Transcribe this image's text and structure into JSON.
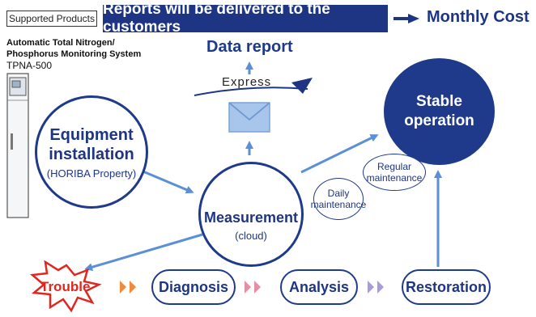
{
  "header": {
    "supported_label": "Supported Products",
    "banner_text": "Reports will be delivered to the customers",
    "monthly_cost": "Monthly Cost"
  },
  "product": {
    "line1": "Automatic Total Nitrogen/",
    "line2": "Phosphorus Monitoring System",
    "model": "TPNA-500"
  },
  "report": {
    "title": "Data report",
    "express_label": "Express"
  },
  "nodes": {
    "equipment_line1": "Equipment",
    "equipment_line2": "installation",
    "equipment_sub": "(HORIBA Property)",
    "measurement": "Measurement",
    "measurement_sub": "(cloud)",
    "stable_line1": "Stable",
    "stable_line2": "operation",
    "daily_line1": "Daily",
    "daily_line2": "maintenance",
    "regular_line1": "Regular",
    "regular_line2": "maintenance"
  },
  "flow": {
    "trouble": "Trouble",
    "diagnosis": "Diagnosis",
    "analysis": "Analysis",
    "restoration": "Restoration"
  },
  "colors": {
    "navy": "#1e3584",
    "trouble_red": "#e0261f",
    "chevron_orange": "#f08a3c",
    "chevron_pink": "#e48fa6",
    "chevron_lavender": "#a99bd6"
  }
}
